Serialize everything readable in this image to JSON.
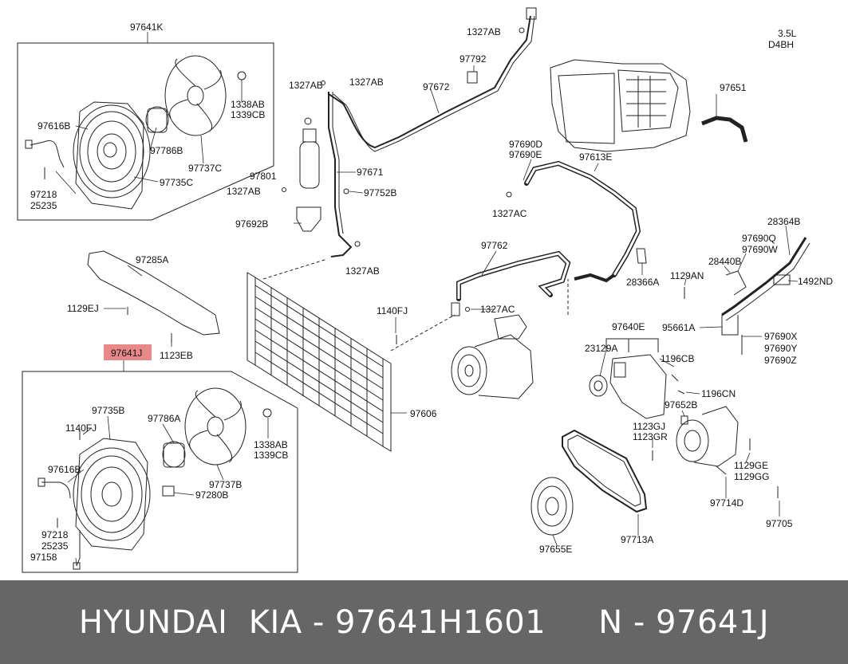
{
  "engine": {
    "displacement": "3.5L",
    "code": "D4BH"
  },
  "highlight_color": "#e57373",
  "footer": {
    "text": "HYUNDAI  KIA - 97641H1601     N - 97641J"
  },
  "labels": {
    "97641K": "97641K",
    "97616B_top": "97616B",
    "97218_top": "97218",
    "25235_top": "25235",
    "97735C": "97735C",
    "97786B": "97786B",
    "97737C": "97737C",
    "1338AB_top": "1338AB",
    "1339CB_top": "1339CB",
    "1327AB_a": "1327AB",
    "1327AB_b": "1327AB",
    "97801": "97801",
    "1327AB_c": "1327AB",
    "97692B": "97692B",
    "97671": "97671",
    "97752B": "97752B",
    "1327AB_d": "1327AB",
    "1327AB_e": "1327AB",
    "97792": "97792",
    "97672": "97672",
    "97651": "97651",
    "97690D": "97690D",
    "97690E": "97690E",
    "97613E": "97613E",
    "1327AC_a": "1327AC",
    "97285A": "97285A",
    "1129EJ": "1129EJ",
    "1123EB": "1123EB",
    "97641J": "97641J",
    "1140FJ_mid": "1140FJ",
    "97606": "97606",
    "97762": "97762",
    "1327AC_b": "1327AC",
    "28366A": "28366A",
    "1129AN": "1129AN",
    "28364B": "28364B",
    "97690Q": "97690Q",
    "97690W": "97690W",
    "28440B": "28440B",
    "1492ND": "1492ND",
    "95661A": "95661A",
    "97690X": "97690X",
    "97690Y": "97690Y",
    "97690Z": "97690Z",
    "97640E": "97640E",
    "23129A": "23129A",
    "1196CB": "1196CB",
    "1196CN": "1196CN",
    "97652B": "97652B",
    "1123GJ": "1123GJ",
    "1123GR": "1123GR",
    "1129GE": "1129GE",
    "1129GG": "1129GG",
    "97714D": "97714D",
    "97705": "97705",
    "97713A": "97713A",
    "97655E": "97655E",
    "97735B": "97735B",
    "1140FJ_bot": "1140FJ",
    "97786A": "97786A",
    "97737B": "97737B",
    "1338AB_bot": "1338AB",
    "1339CB_bot": "1339CB",
    "97616B_bot": "97616B",
    "97280B": "97280B",
    "97218_bot": "97218",
    "25235_bot": "25235",
    "97158": "97158"
  }
}
